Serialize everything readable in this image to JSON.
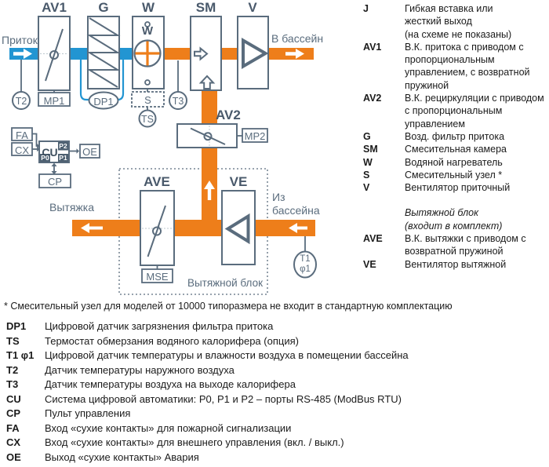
{
  "colors": {
    "duct_blue": "#2295D2",
    "duct_orange": "#EE7E1A",
    "outline_slate": "#5A6C7D",
    "label_dark": "#49596B",
    "badge_fill": "#4D6071",
    "text": "#1B1B1B"
  },
  "diagram": {
    "flow_labels": {
      "supply": "Приток",
      "to_pool": "В бассейн",
      "exhaust": "Вытяжка",
      "from_pool_line1": "Из",
      "from_pool_line2": "бассейна"
    },
    "unit_labels": {
      "av1": "AV1",
      "g": "G",
      "w": "W",
      "sm": "SM",
      "v": "V",
      "av2": "AV2",
      "ave": "AVE",
      "ve": "VE",
      "heater_symbol": "W"
    },
    "exhaust_block_caption": "Вытяжной блок",
    "sensor_labels": {
      "t2": "T2",
      "mp1": "MP1",
      "dp1": "DP1",
      "s": "S",
      "ts": "TS",
      "t3": "T3",
      "mp2": "MP2",
      "mse": "MSE",
      "t1_line1": "T1",
      "t1_line2": "φ1"
    },
    "control_labels": {
      "fa": "FA",
      "cx": "CX",
      "cu": "CU",
      "p0": "P0",
      "p1": "P1",
      "p2": "P2",
      "oe": "OE",
      "cp": "CP"
    }
  },
  "legend": {
    "items": [
      {
        "key": "J",
        "lines": [
          "Гибкая вставка или",
          "жесткий выход",
          "(на схеме не показаны)"
        ]
      },
      {
        "key": "AV1",
        "lines": [
          "В.К. притока с приводом с",
          "пропорциональным",
          "управлением, с возвратной",
          "пружиной"
        ]
      },
      {
        "key": "AV2",
        "lines": [
          "В.К. рециркуляции с приводом",
          "с пропорциональным",
          "управлением"
        ]
      },
      {
        "key": "G",
        "lines": [
          "Возд. фильтр притока"
        ]
      },
      {
        "key": "SM",
        "lines": [
          "Смесительная камера"
        ]
      },
      {
        "key": "W",
        "lines": [
          "Водяной нагреватель"
        ]
      },
      {
        "key": "S",
        "lines": [
          "Смесительный узел *"
        ]
      },
      {
        "key": "V",
        "lines": [
          "Вентилятор приточный"
        ]
      },
      {
        "key": "",
        "lines": [
          "Вытяжной блок",
          "(входит в комплект)"
        ],
        "italic": true,
        "gap_before": true
      },
      {
        "key": "AVE",
        "lines": [
          "В.К. вытяжки с приводом с",
          "возвратной пружиной"
        ]
      },
      {
        "key": "VE",
        "lines": [
          "Вентилятор вытяжной"
        ]
      }
    ]
  },
  "footnote": "* Смесительный узел для моделей от 10000 типоразмера не входит в стандартную комплектацию",
  "abbreviations": {
    "items": [
      {
        "key": "DP1",
        "text": "Цифровой датчик загрязнения фильтра притока"
      },
      {
        "key": "TS",
        "text": "Термостат обмерзания водяного калорифера (опция)"
      },
      {
        "key": "T1 φ1",
        "text": "Цифровой датчик температуры и влажности воздуха в помещении бассейна"
      },
      {
        "key": "T2",
        "text": "Датчик температуры наружного воздуха"
      },
      {
        "key": "T3",
        "text": "Датчик температуры воздуха на выходе калорифера"
      },
      {
        "key": "CU",
        "text": "Система цифровой автоматики: P0, P1 и P2 – порты RS-485 (ModBus RTU)"
      },
      {
        "key": "CP",
        "text": "Пульт управления"
      },
      {
        "key": "FA",
        "text": "Вход «сухие контакты» для пожарной сигнализации"
      },
      {
        "key": "CX",
        "text": "Вход «сухие контакты» для внешнего управления (вкл. / выкл.)"
      },
      {
        "key": "OE",
        "text": "Выход «сухие контакты» Авария"
      }
    ]
  }
}
